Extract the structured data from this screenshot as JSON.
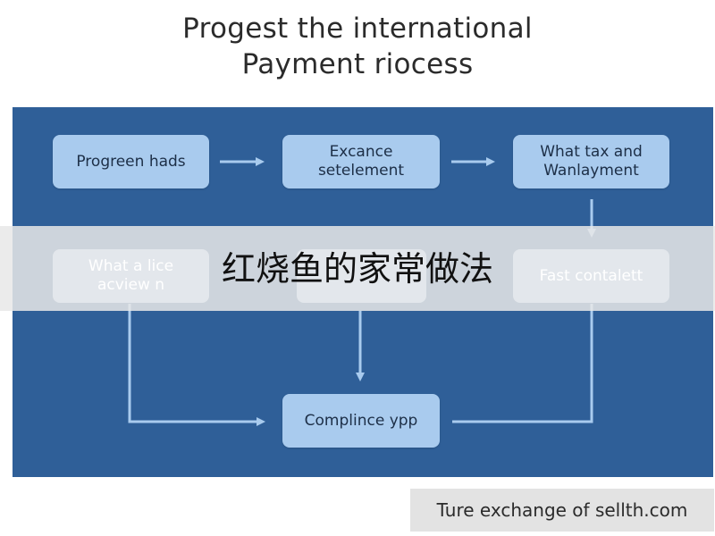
{
  "title": {
    "line1": "Progest the international",
    "line2": "Payment riocess"
  },
  "nodes": {
    "progreen": {
      "line1": "Progreen hads"
    },
    "excance": {
      "line1": "Excance",
      "line2": "setelement"
    },
    "what_tax": {
      "line1": "What tax and",
      "line2": "Wanlayment"
    },
    "what_a_lice": {
      "line1": "What a lice",
      "line2": "acview n"
    },
    "fast": {
      "line1": "Fast contalett"
    },
    "compliance": {
      "line1": "Complince ypp"
    }
  },
  "overlay": {
    "text": "红烧鱼的家常做法"
  },
  "caption": {
    "text": "Ture exchange of sellth.com"
  },
  "colors": {
    "panel": "#2f5f98",
    "node": "#a9cbee",
    "arrow": "#a9cbee",
    "band": "#e8e8e8"
  }
}
